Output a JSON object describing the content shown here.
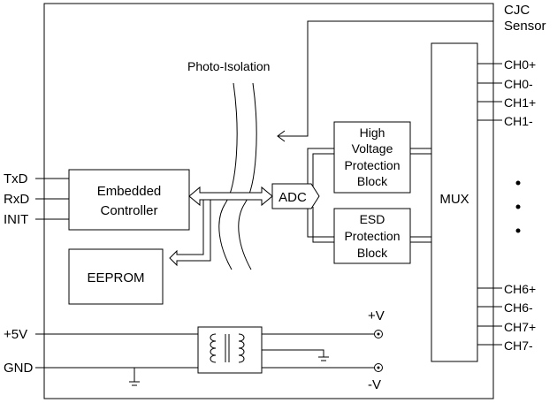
{
  "labels": {
    "cjc_line1": "CJC",
    "cjc_line2": "Sensor",
    "photo_isolation": "Photo-Isolation",
    "hv_line1": "High",
    "hv_line2": "Voltage",
    "hv_line3": "Protection",
    "hv_line4": "Block",
    "esd_line1": "ESD",
    "esd_line2": "Protection",
    "esd_line3": "Block",
    "mux": "MUX",
    "adc": "ADC",
    "ec_line1": "Embedded",
    "ec_line2": "Controller",
    "eeprom": "EEPROM"
  },
  "pins_left": [
    "TxD",
    "RxD",
    "INIT",
    "+5V",
    "GND"
  ],
  "pins_right": [
    "CH0+",
    "CH0-",
    "CH1+",
    "CH1-",
    "CH6+",
    "CH6-",
    "CH7+",
    "CH7-"
  ],
  "power_out": {
    "positive": "+V",
    "negative": "-V"
  }
}
